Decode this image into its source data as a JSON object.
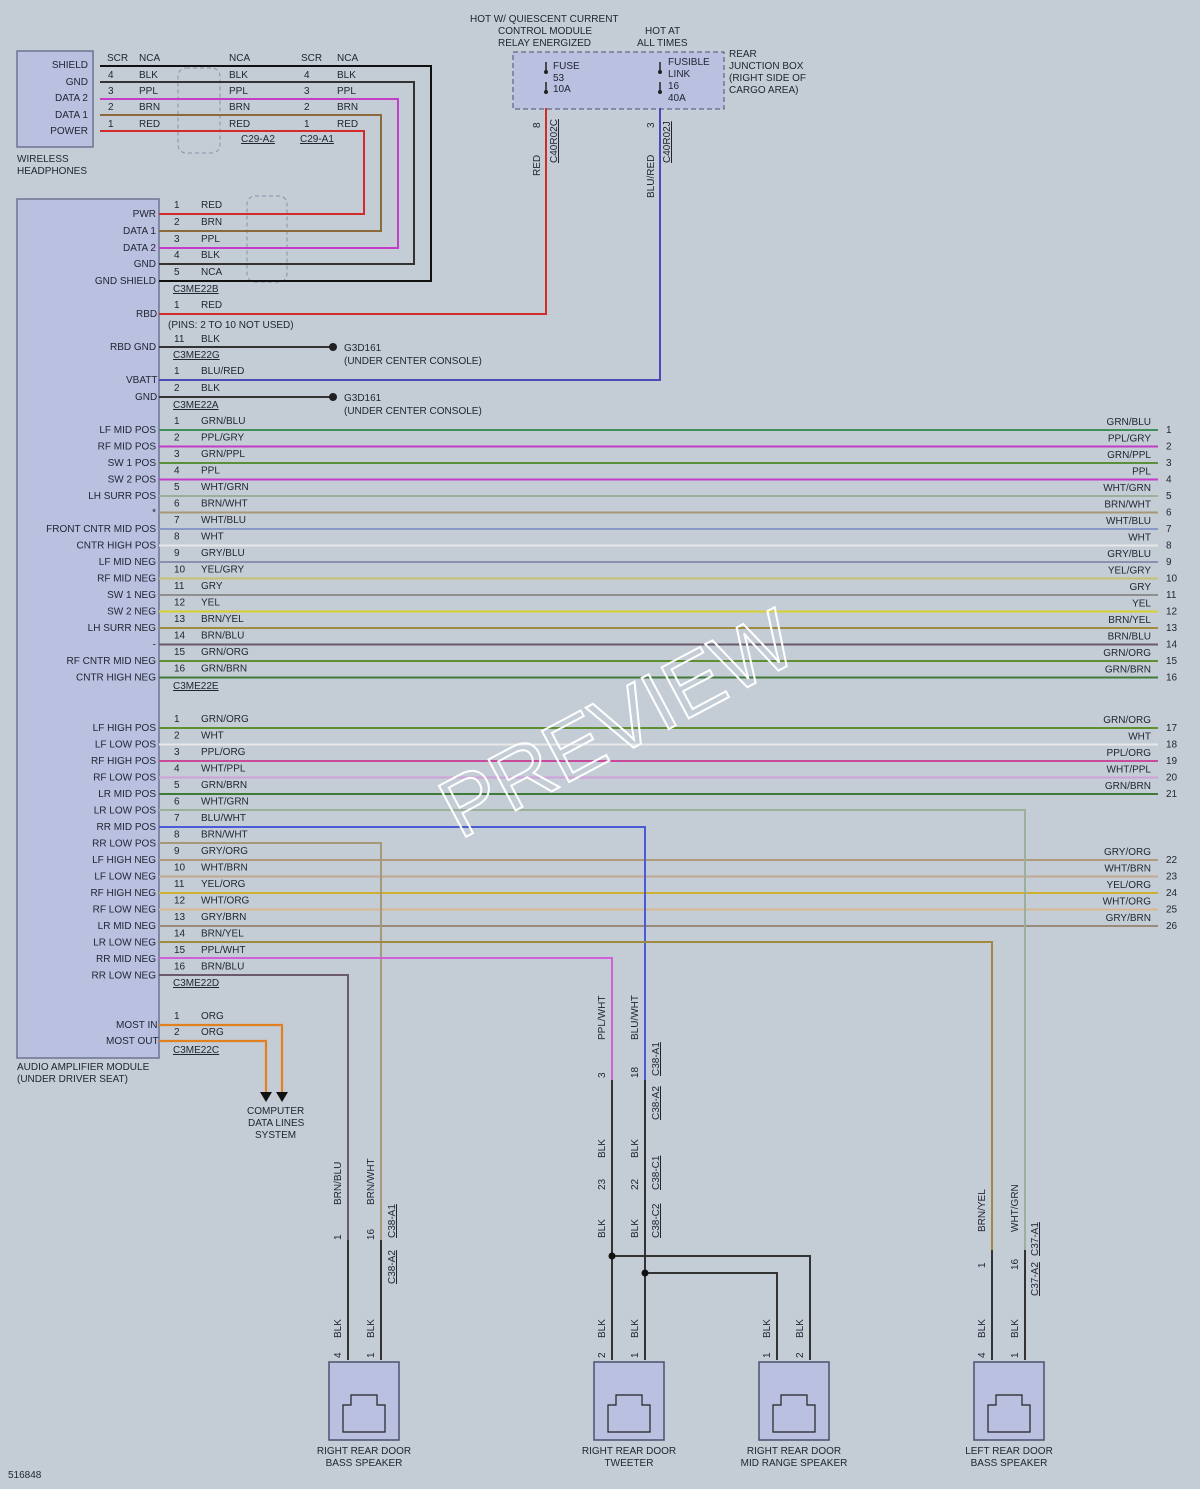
{
  "headphones": {
    "label1": "WIRELESS",
    "label2": "HEADPHONES",
    "pins": [
      "SHIELD",
      "GND",
      "DATA 2",
      "DATA 1",
      "POWER"
    ],
    "rows": [
      {
        "pin": "",
        "c1": "NCA",
        "c2": "NCA",
        "pin2": "",
        "c3": "NCA",
        "color": "#111111"
      },
      {
        "pin": "4",
        "c1": "BLK",
        "c2": "BLK",
        "pin2": "4",
        "c3": "BLK",
        "color": "#333333"
      },
      {
        "pin": "3",
        "c1": "PPL",
        "c2": "PPL",
        "pin2": "3",
        "c3": "PPL",
        "color": "#c43cc8"
      },
      {
        "pin": "2",
        "c1": "BRN",
        "c2": "BRN",
        "pin2": "2",
        "c3": "BRN",
        "color": "#8a6a3a"
      },
      {
        "pin": "1",
        "c1": "RED",
        "c2": "RED",
        "pin2": "1",
        "c3": "RED",
        "color": "#d32a2a"
      }
    ],
    "scr_left": "SCR",
    "nca_left": "NCA",
    "nca_mid": "NCA",
    "scr_right": "SCR",
    "nca_right": "NCA",
    "conn_a2": "C29-A2",
    "conn_a1": "C29-A1"
  },
  "power": {
    "hot_quiescent": [
      "HOT W/ QUIESCENT CURRENT",
      "CONTROL MODULE",
      "RELAY ENERGIZED"
    ],
    "hot_always": [
      "HOT AT",
      "ALL TIMES"
    ],
    "junction": [
      "REAR",
      "JUNCTION BOX",
      "(RIGHT SIDE OF",
      "CARGO AREA)"
    ],
    "fuse": [
      "FUSE",
      "53",
      "10A"
    ],
    "fusible": [
      "FUSIBLE",
      "LINK",
      "16",
      "40A"
    ],
    "pin_red": "8",
    "conn_red": "C40R02C",
    "wire_red": "RED",
    "pin_blu": "3",
    "conn_blu": "C40R02J",
    "wire_blu": "BLU/RED"
  },
  "amplifier": {
    "label1": "AUDIO AMPLIFIER MODULE",
    "label2": "(UNDER DRIVER SEAT)",
    "group_b": {
      "pins": [
        "PWR",
        "DATA 1",
        "DATA 2",
        "GND",
        "GND SHIELD"
      ],
      "nums": [
        "1",
        "2",
        "3",
        "4",
        "5"
      ],
      "colors": [
        "RED",
        "BRN",
        "PPL",
        "BLK",
        "NCA"
      ],
      "conn": "C3ME22B"
    },
    "rbd": {
      "label": "RBD",
      "num": "1",
      "color": "RED",
      "note": "(PINS: 2 TO 10 NOT USED)"
    },
    "rbd_gnd": {
      "label": "RBD GND",
      "num": "11",
      "color": "BLK",
      "conn": "C3ME22G",
      "ground": "G3D161",
      "ground_note": "(UNDER CENTER CONSOLE)"
    },
    "vbatt": {
      "label": "VBATT",
      "num": "1",
      "color": "BLU/RED"
    },
    "gnd": {
      "label": "GND",
      "num": "2",
      "color": "BLK",
      "conn": "C3ME22A",
      "ground": "G3D161",
      "ground_note": "(UNDER CENTER CONSOLE)"
    },
    "group_e": {
      "conn": "C3ME22E",
      "rows": [
        {
          "label": "LF MID POS",
          "num": "1",
          "color": "GRN/BLU",
          "out": "1"
        },
        {
          "label": "RF MID POS",
          "num": "2",
          "color": "PPL/GRY",
          "out": "2"
        },
        {
          "label": "SW 1 POS",
          "num": "3",
          "color": "GRN/PPL",
          "out": "3"
        },
        {
          "label": "SW 2 POS",
          "num": "4",
          "color": "PPL",
          "out": "4"
        },
        {
          "label": "LH SURR POS",
          "num": "5",
          "color": "WHT/GRN",
          "out": "5"
        },
        {
          "label": "*",
          "num": "6",
          "color": "BRN/WHT",
          "out": "6"
        },
        {
          "label": "FRONT CNTR MID POS",
          "num": "7",
          "color": "WHT/BLU",
          "out": "7"
        },
        {
          "label": "CNTR HIGH POS",
          "num": "8",
          "color": "WHT",
          "out": "8"
        },
        {
          "label": "LF MID NEG",
          "num": "9",
          "color": "GRY/BLU",
          "out": "9"
        },
        {
          "label": "RF MID NEG",
          "num": "10",
          "color": "YEL/GRY",
          "out": "10"
        },
        {
          "label": "SW 1 NEG",
          "num": "11",
          "color": "GRY",
          "out": "11"
        },
        {
          "label": "SW 2 NEG",
          "num": "12",
          "color": "YEL",
          "out": "12"
        },
        {
          "label": "LH SURR NEG",
          "num": "13",
          "color": "BRN/YEL",
          "out": "13"
        },
        {
          "label": "-",
          "num": "14",
          "color": "BRN/BLU",
          "out": "14"
        },
        {
          "label": "RF CNTR MID NEG",
          "num": "15",
          "color": "GRN/ORG",
          "out": "15"
        },
        {
          "label": "CNTR HIGH NEG",
          "num": "16",
          "color": "GRN/BRN",
          "out": "16"
        }
      ]
    },
    "group_d": {
      "conn": "C3ME22D",
      "rows": [
        {
          "label": "LF HIGH POS",
          "num": "1",
          "color": "GRN/ORG",
          "out": "17"
        },
        {
          "label": "LF LOW POS",
          "num": "2",
          "color": "WHT",
          "out": "18"
        },
        {
          "label": "RF HIGH POS",
          "num": "3",
          "color": "PPL/ORG",
          "out": "19"
        },
        {
          "label": "RF LOW POS",
          "num": "4",
          "color": "WHT/PPL",
          "out": "20"
        },
        {
          "label": "LR MID POS",
          "num": "5",
          "color": "GRN/BRN",
          "out": "21"
        },
        {
          "label": "LR LOW POS",
          "num": "6",
          "color": "WHT/GRN",
          "out": ""
        },
        {
          "label": "RR MID POS",
          "num": "7",
          "color": "BLU/WHT",
          "out": ""
        },
        {
          "label": "RR LOW POS",
          "num": "8",
          "color": "BRN/WHT",
          "out": ""
        },
        {
          "label": "LF HIGH NEG",
          "num": "9",
          "color": "GRY/ORG",
          "out": "22"
        },
        {
          "label": "LF LOW NEG",
          "num": "10",
          "color": "WHT/BRN",
          "out": "23"
        },
        {
          "label": "RF HIGH NEG",
          "num": "11",
          "color": "YEL/ORG",
          "out": "24"
        },
        {
          "label": "RF LOW NEG",
          "num": "12",
          "color": "WHT/ORG",
          "out": "25"
        },
        {
          "label": "LR MID NEG",
          "num": "13",
          "color": "GRY/BRN",
          "out": "26"
        },
        {
          "label": "LR LOW NEG",
          "num": "14",
          "color": "BRN/YEL",
          "out": ""
        },
        {
          "label": "RR MID NEG",
          "num": "15",
          "color": "PPL/WHT",
          "out": ""
        },
        {
          "label": "RR LOW NEG",
          "num": "16",
          "color": "BRN/BLU",
          "out": ""
        }
      ]
    },
    "group_c": {
      "conn": "C3ME22C",
      "rows": [
        {
          "label": "MOST IN",
          "num": "1",
          "color": "ORG"
        },
        {
          "label": "MOST OUT",
          "num": "2",
          "color": "ORG"
        }
      ],
      "dest": [
        "COMPUTER",
        "DATA LINES",
        "SYSTEM"
      ]
    }
  },
  "speakers": [
    {
      "name1": "RIGHT REAR DOOR",
      "name2": "BASS SPEAKER"
    },
    {
      "name1": "RIGHT REAR DOOR",
      "name2": "TWEETER"
    },
    {
      "name1": "RIGHT REAR DOOR",
      "name2": "MID RANGE SPEAKER"
    },
    {
      "name1": "LEFT REAR DOOR",
      "name2": "BASS SPEAKER"
    }
  ],
  "speaker_wiring": {
    "rr_bass": {
      "w1": "BRN/BLU",
      "w2": "BRN/WHT",
      "p1": "1",
      "p2": "16",
      "c1": "C38-A2",
      "c2": "C38-A1",
      "blk1": "BLK",
      "blk2": "BLK",
      "sp1": "4",
      "sp2": "1"
    },
    "tweeter": {
      "w1": "PPL/WHT",
      "w2": "BLU/WHT",
      "p1": "3",
      "p2": "18",
      "c1": "C38-A1",
      "c2": "C38-A2",
      "blk": "BLK",
      "p3": "23",
      "p4": "22",
      "c3": "C38-C1",
      "c4": "C38-C2",
      "sp1": "2",
      "sp2": "1"
    },
    "midrange": {
      "blk": "BLK",
      "sp1": "1",
      "sp2": "2"
    },
    "lr_bass": {
      "w1": "BRN/YEL",
      "w2": "WHT/GRN",
      "p1": "1",
      "p2": "16",
      "c1": "C37-A1",
      "c2": "C37-A2",
      "blk": "BLK",
      "sp1": "4",
      "sp2": "1"
    }
  },
  "diagram_id": "516848",
  "watermark": "PREVIEW",
  "colors": {
    "background": "#c4ccd6",
    "box": "#b9c0e0",
    "line_colors": {
      "GRN/BLU": "#3f8f5a",
      "PPL/GRY": "#c03cc4",
      "GRN/PPL": "#5a8f3c",
      "PPL": "#c43cc8",
      "WHT/GRN": "#9ab09a",
      "BRN/WHT": "#a8987a",
      "WHT/BLU": "#8a98c8",
      "WHT": "#e8e8e8",
      "GRY/BLU": "#8a90b0",
      "YEL/GRY": "#c8c070",
      "GRY": "#8f8f8f",
      "YEL": "#d8d030",
      "BRN/YEL": "#a08a40",
      "BRN/BLU": "#6a5a6a",
      "GRN/ORG": "#5f8f30",
      "GRN/BRN": "#3f7a3a",
      "PPL/ORG": "#c84a9a",
      "WHT/PPL": "#d0a0d8",
      "BLU/WHT": "#4b5bd8",
      "GRY/ORG": "#b09a7a",
      "WHT/BRN": "#c0a890",
      "YEL/ORG": "#d0b030",
      "WHT/ORG": "#d8b890",
      "GRY/BRN": "#9a8a7a",
      "PPL/WHT": "#d060d8",
      "RED": "#d32a2a",
      "BRN": "#8a6a3a",
      "BLK": "#333333",
      "NCA": "#111111",
      "BLU/RED": "#4b4bb8",
      "ORG": "#e08020"
    }
  }
}
